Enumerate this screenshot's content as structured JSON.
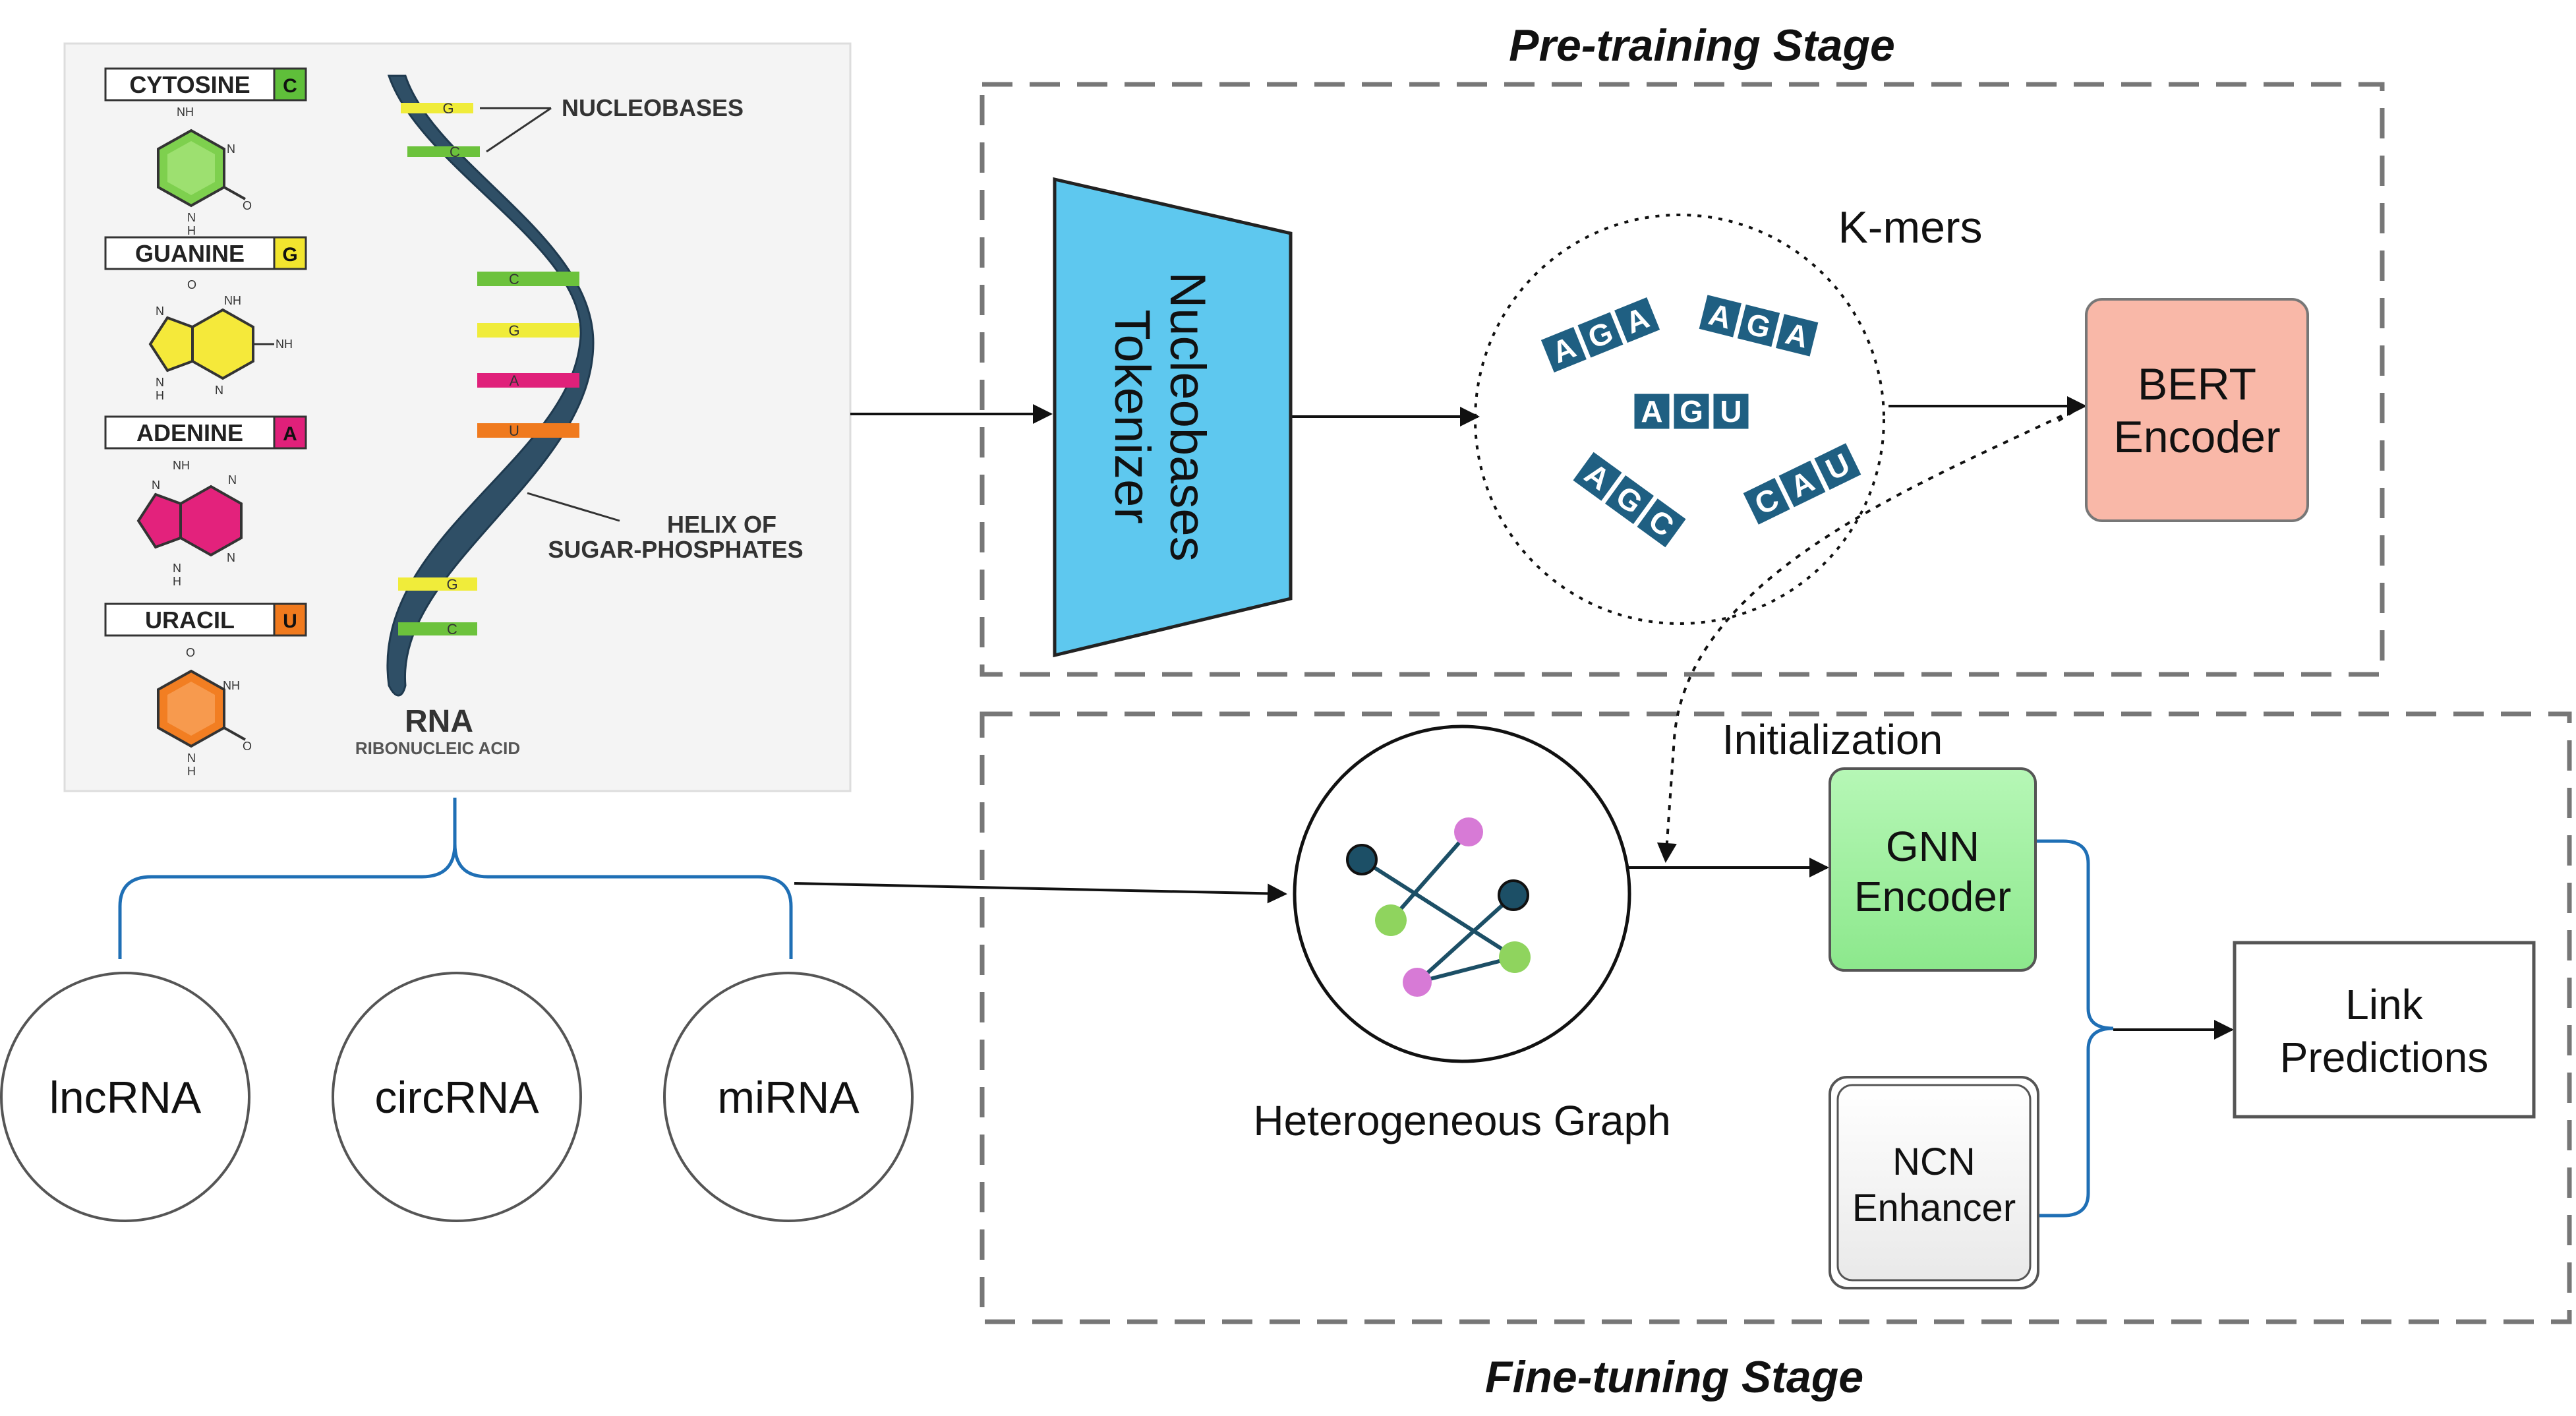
{
  "stages": {
    "pretraining": "Pre-training Stage",
    "finetuning": "Fine-tuning Stage"
  },
  "rna_panel": {
    "bases": [
      {
        "name": "CYTOSINE",
        "letter": "C",
        "color": "#5fbf3a"
      },
      {
        "name": "GUANINE",
        "letter": "G",
        "color": "#f2e52e"
      },
      {
        "name": "ADENINE",
        "letter": "A",
        "color": "#e0207a"
      },
      {
        "name": "URACIL",
        "letter": "U",
        "color": "#f07a1e"
      }
    ],
    "annotation_nucleobases": "NUCLEOBASES",
    "annotation_helix_line1": "HELIX OF",
    "annotation_helix_line2": "SUGAR-PHOSPHATES",
    "title": "RNA",
    "subtitle": "RIBONUCLEIC ACID",
    "rung_letters": [
      "G",
      "C",
      "C",
      "G",
      "A",
      "U",
      "G",
      "C"
    ],
    "atoms": {
      "nh2": "NH",
      "n": "N",
      "h": "H",
      "o": "O",
      "nh": "NH"
    }
  },
  "rna_types": [
    "lncRNA",
    "circRNA",
    "miRNA"
  ],
  "tokenizer": {
    "line1": "Nucleobases",
    "line2": "Tokenizer",
    "color": "#5ec8ef"
  },
  "kmers": {
    "label": "K-mers",
    "tiles": [
      {
        "letters": [
          "A",
          "G",
          "A"
        ]
      },
      {
        "letters": [
          "A",
          "G",
          "A"
        ]
      },
      {
        "letters": [
          "A",
          "G",
          "U"
        ]
      },
      {
        "letters": [
          "A",
          "G",
          "C"
        ]
      },
      {
        "letters": [
          "C",
          "A",
          "U"
        ]
      }
    ],
    "tile_color": "#1f5f82"
  },
  "bert": {
    "line1": "BERT",
    "line2": "Encoder",
    "color": "#f9b8a8"
  },
  "initialization_label": "Initialization",
  "graph": {
    "label": "Heterogeneous Graph",
    "colors": {
      "dark": "#1c4f66",
      "green": "#8fd45e",
      "pink": "#d77ad6"
    }
  },
  "gnn": {
    "line1": "GNN",
    "line2": "Encoder",
    "color": "#9ff29f"
  },
  "ncn": {
    "line1": "NCN",
    "line2": "Enhancer"
  },
  "link": {
    "line1": "Link",
    "line2": "Predictions"
  }
}
